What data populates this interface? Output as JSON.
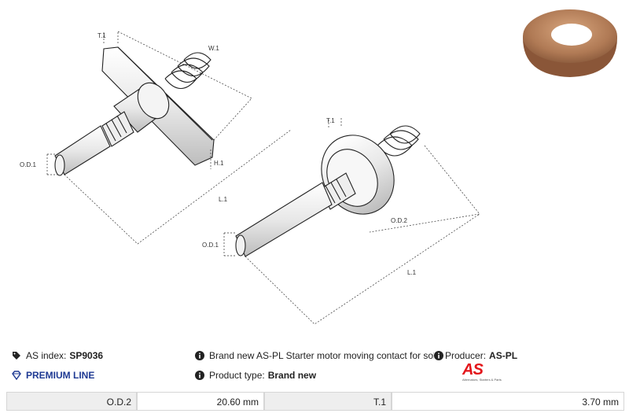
{
  "diagram": {
    "labels": {
      "t1_left": "T.1",
      "w1": "W.1",
      "od1_left": "O.D.1",
      "h1": "H.1",
      "l1_left": "L.1",
      "t1_right": "T.1",
      "od2": "O.D.2",
      "od1_right": "O.D.1",
      "l1_right": "L.1"
    }
  },
  "info": {
    "as_index_label": "AS index:",
    "as_index_value": "SP9036",
    "premium_label": "PREMIUM LINE",
    "description": "Brand new AS-PL Starter motor moving contact for solenoid",
    "producer_label": "Producer:",
    "producer_value": "AS-PL",
    "product_type_label": "Product type:",
    "product_type_value": "Brand new"
  },
  "logo": {
    "mark": "AS",
    "tagline": "Alternators, Starters & Parts"
  },
  "specs": [
    {
      "key": "O.D.2",
      "value": "20.60 mm"
    },
    {
      "key": "T.1",
      "value": "3.70 mm"
    }
  ],
  "colors": {
    "premium": "#1f3a93",
    "logo": "#e3151a",
    "copper": "#b07a55"
  }
}
